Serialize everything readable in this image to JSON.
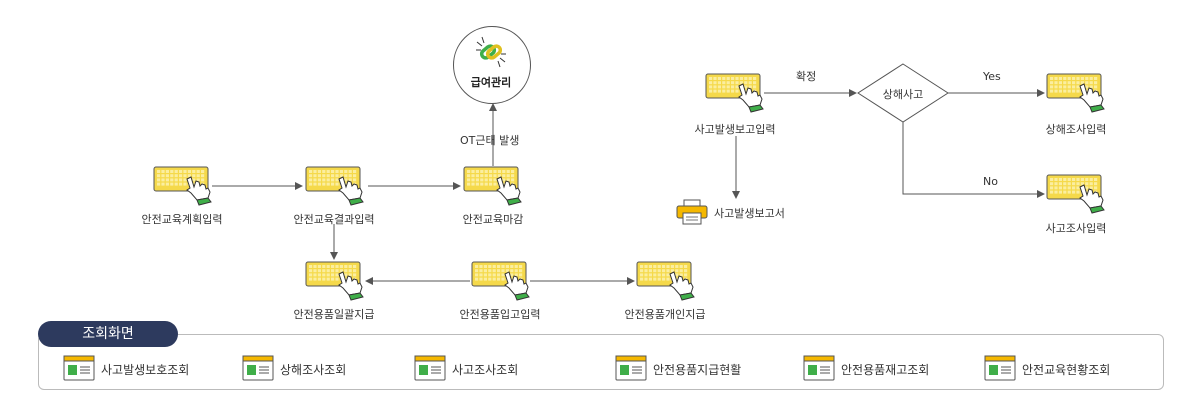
{
  "colors": {
    "keyboard": "#f5d94a",
    "key": "#fbeea0",
    "hand_cuff": "#3fae49",
    "panel_tab": "#2d3a5e",
    "diamond_stroke": "#555555",
    "arrow": "#555555"
  },
  "icons": {
    "input": "keyboard-hand-icon",
    "payroll": "chain-link-icon",
    "report": "printer-icon",
    "query": "window-screen-icon"
  },
  "nodes": {
    "edu_plan": "안전교육계획입력",
    "edu_result": "안전교육결과입력",
    "edu_close": "안전교육마감",
    "payroll": "급여관리",
    "supply_bulk": "안전용품일괄지급",
    "supply_in": "안전용품입고입력",
    "supply_personal": "안전용품개인지급",
    "accident_report_input": "사고발생보고입력",
    "accident_report_doc": "사고발생보고서",
    "injury_decision": "상해사고",
    "injury_investigation": "상해조사입력",
    "accident_investigation": "사고조사입력"
  },
  "edges": {
    "ot": "OT근태 발생",
    "confirm": "확정",
    "yes": "Yes",
    "no": "No"
  },
  "query_panel": {
    "title": "조회화면",
    "items": [
      "사고발생보호조회",
      "상해조사조회",
      "사고조사조회",
      "안전용품지급현활",
      "안전용품재고조회",
      "안전교육현황조회"
    ]
  }
}
